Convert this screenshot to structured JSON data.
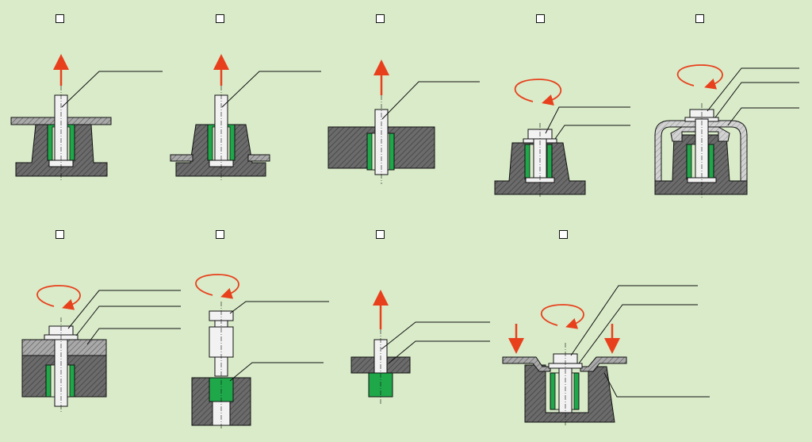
{
  "theme": {
    "background": "#d9ebc9",
    "metal_dark": "#6b6b6b",
    "plate_light": "#a9a9a9",
    "cover_light": "#d2d2d2",
    "insert_green": "#1fa84a",
    "screw_white": "#f2f2f2",
    "arrow_red": "#e8401c",
    "line_black": "#111111"
  },
  "figures": [
    {
      "id": "fig-1",
      "checked": false,
      "action": "pull-up-arrow"
    },
    {
      "id": "fig-2",
      "checked": false,
      "action": "pull-up-arrow"
    },
    {
      "id": "fig-3",
      "checked": false,
      "action": "pull-up-arrow"
    },
    {
      "id": "fig-4",
      "checked": false,
      "action": "rotate-arrow"
    },
    {
      "id": "fig-5",
      "checked": false,
      "action": "rotate-arrow"
    },
    {
      "id": "fig-6",
      "checked": false,
      "action": "rotate-arrow"
    },
    {
      "id": "fig-7",
      "checked": false,
      "action": "rotate-arrow"
    },
    {
      "id": "fig-8",
      "checked": false,
      "action": "pull-up-arrow"
    },
    {
      "id": "fig-9",
      "checked": false,
      "action": "rotate-and-press-arrows"
    }
  ]
}
